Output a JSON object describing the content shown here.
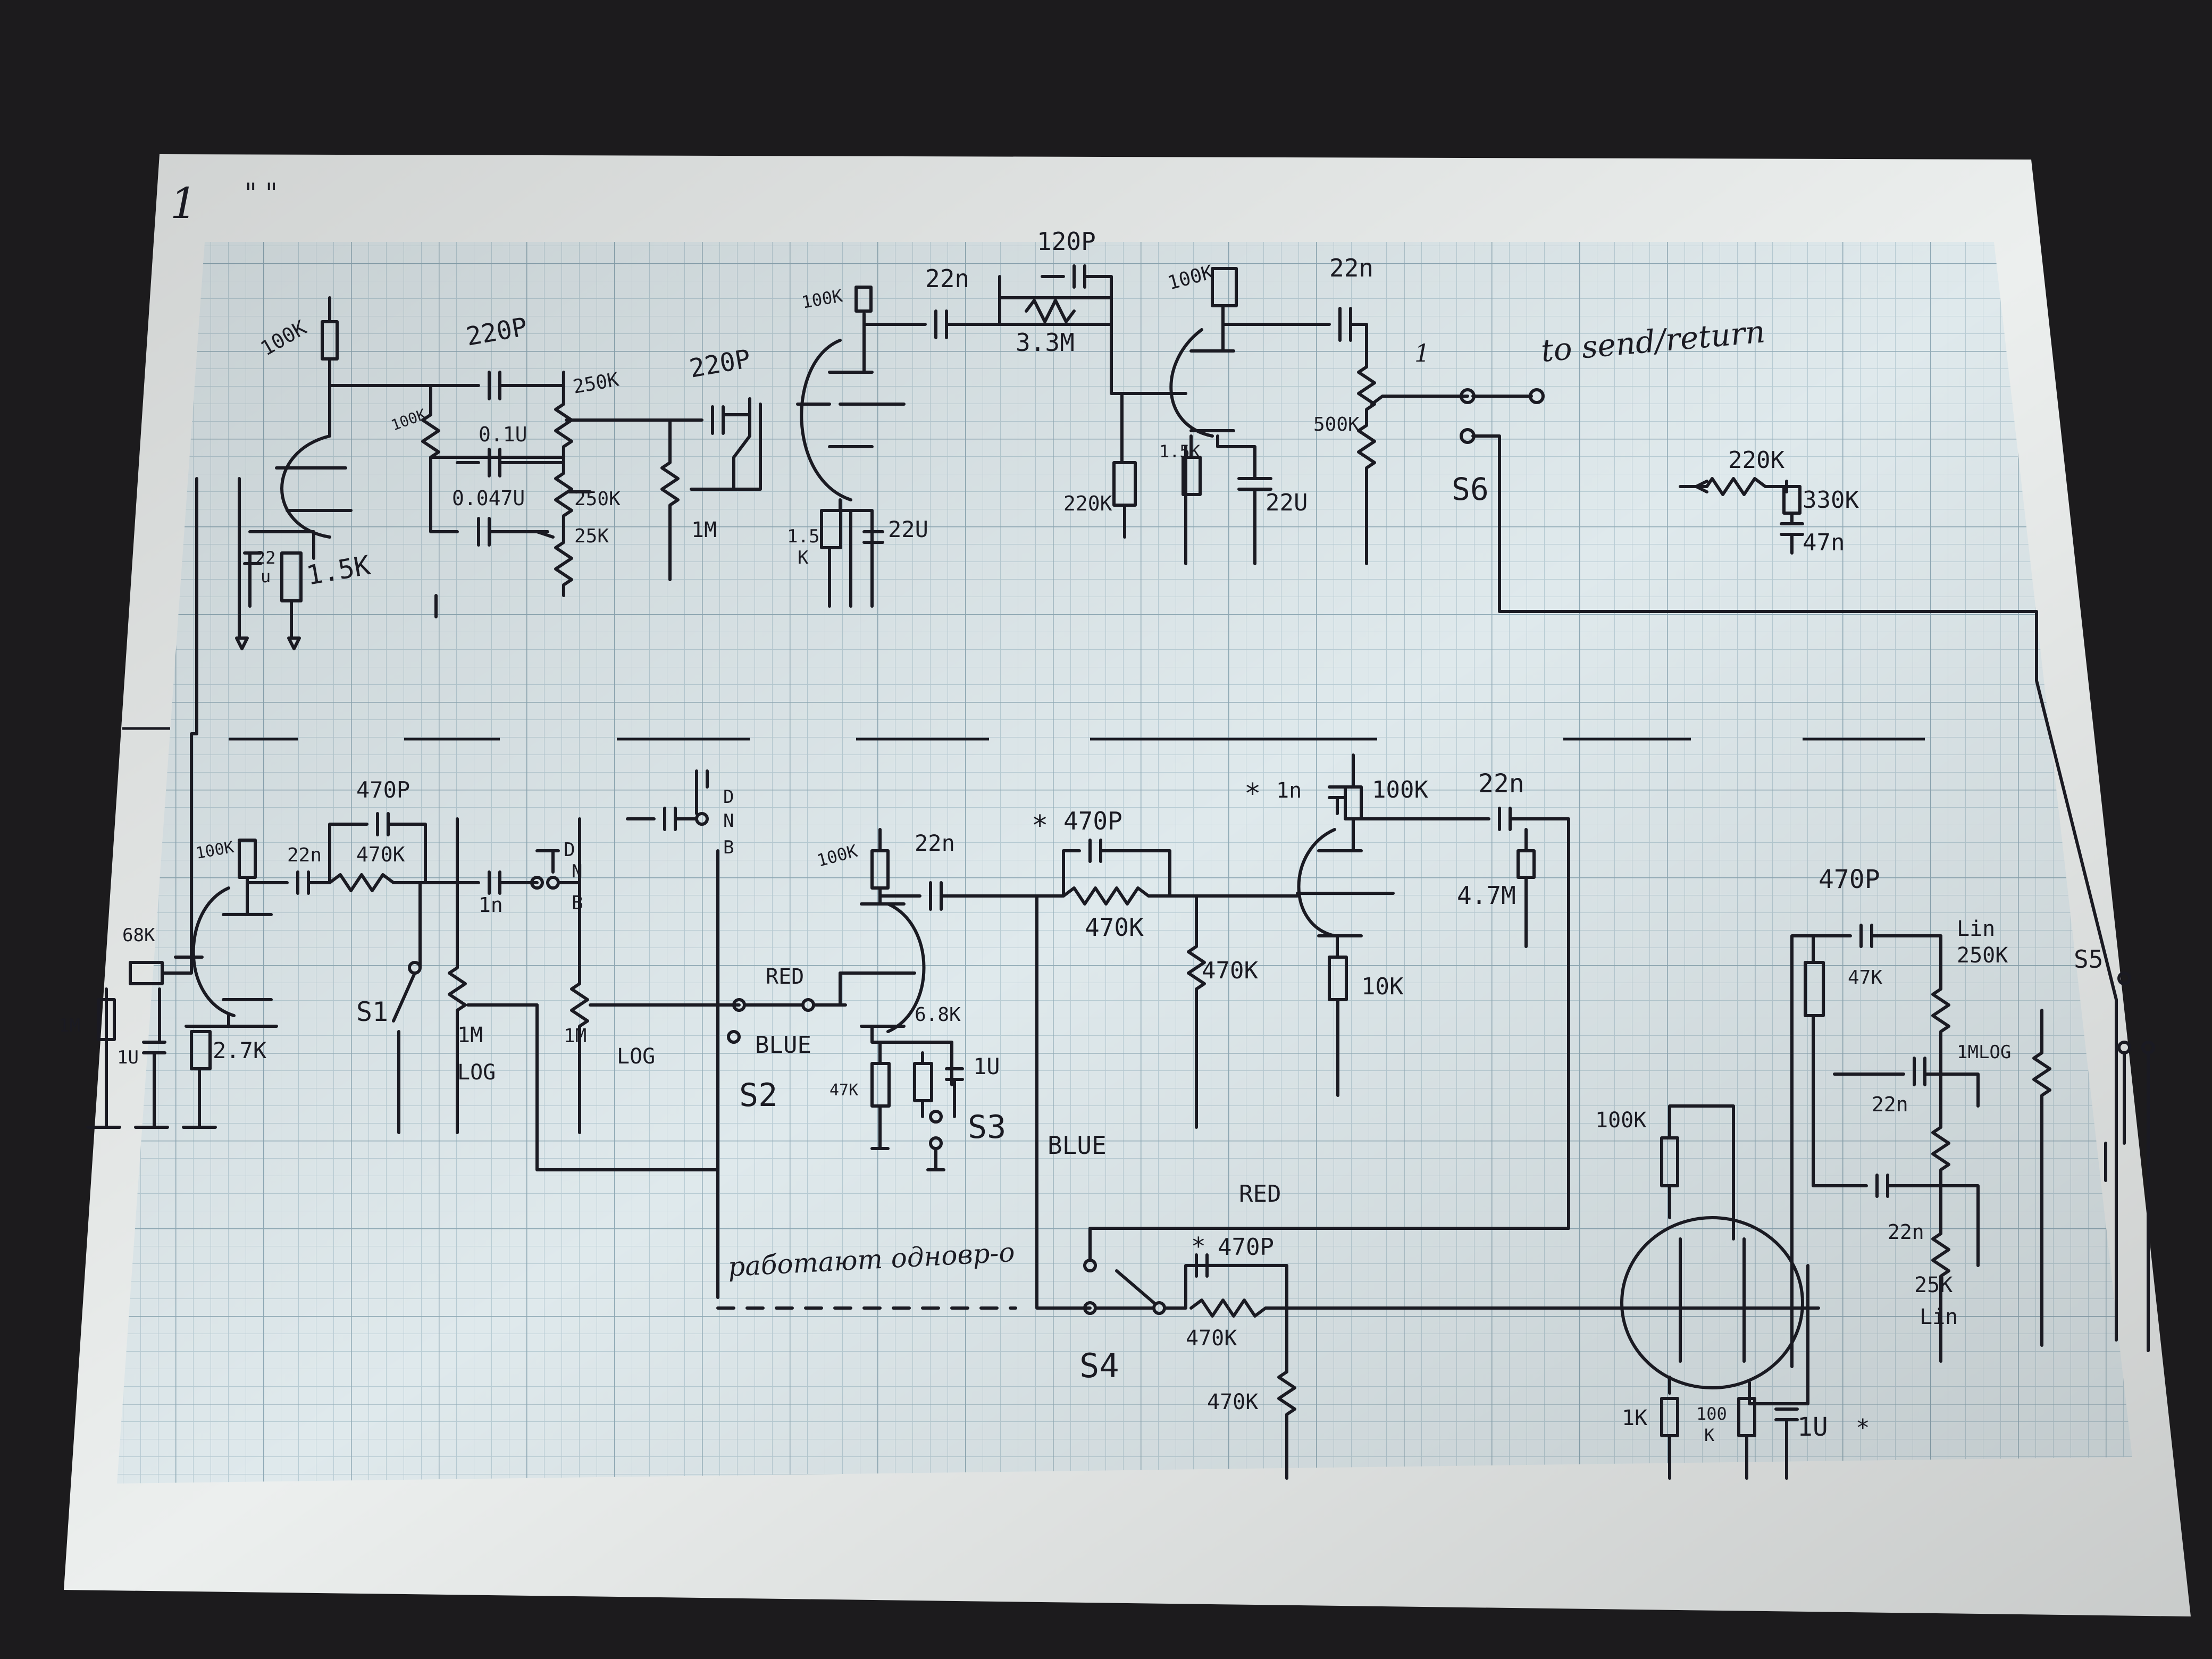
{
  "page": {
    "corner_note": "1",
    "corner_marks": "\" \"",
    "note_send_return": "to send/return",
    "note_marker_1": "1",
    "note_simultaneous": "работают одновр-о"
  },
  "labels": {
    "r100k_a": "100K",
    "c220p_a": "220P",
    "r100k_b": "100K",
    "r250k_a": "250K",
    "c01u": "0.1U",
    "c0047u": "0.047U",
    "r250k_b": "250K",
    "r25k_a": "25K",
    "c220p_b": "220P",
    "r1m_a": "1M",
    "c22u_a": "22",
    "c22u_a2": "u",
    "r15k_a": "1.5K",
    "r100k_c": "100K",
    "c22n_a": "22n",
    "c120p": "120P",
    "r33m": "3.3M",
    "r15k_b": "1.5",
    "r15k_b2": "K",
    "c22u_b": "22U",
    "r100k_d": "100K",
    "c22n_b": "22n",
    "r220k_a": "220K",
    "r15k_c": "1.5K",
    "c22u_c": "22U",
    "r500k": "500K",
    "s6": "S6",
    "net_220k": "220K",
    "net_330k": "330K",
    "net_47n": "47n",
    "c470p_a": "470P",
    "r100k_e": "100K",
    "c22n_c": "22n",
    "r470k_a": "470K",
    "r68k": "68K",
    "r1m_b": "1M",
    "c1u_a": "1U",
    "r27k": "2.7K",
    "c1n_a": "1n",
    "sw_d_a": "D",
    "sw_n_a": "N",
    "sw_b_a": "B",
    "sw_d_b": "D",
    "sw_n_b": "N",
    "sw_b_b": "B",
    "s1": "S1",
    "pot1m_log_a": "1M",
    "log_a": "LOG",
    "pot1m_log_b": "1M",
    "log_b": "LOG",
    "red_a": "RED",
    "blue_a": "BLUE",
    "s2": "S2",
    "r100k_f": "100K",
    "c22n_d": "22n",
    "r68k_b": "6.8K",
    "r47k": "47K",
    "c1u_b": "1U",
    "s3": "S3",
    "c470p_b": "470P",
    "r470k_b": "470K",
    "r470k_c": "470K",
    "c1n_b": "1n",
    "r100k_g": "100K",
    "c22n_e": "22n",
    "r47m": "4.7M",
    "r10k": "10K",
    "blue_b": "BLUE",
    "red_b": "RED",
    "c470p_c": "470P",
    "r470k_d": "470K",
    "r470k_e": "470K",
    "s4": "S4",
    "r100k_h": "100K",
    "r1k": "1K",
    "r100k_i": "100",
    "r100k_i2": "K",
    "c1u_c": "1U",
    "c470p_d": "470P",
    "r47k_b": "47K",
    "lin_a": "Lin",
    "r250k_c": "250K",
    "s5": "S5",
    "c1mlog": "1MLOG",
    "c22n_f": "22n",
    "c22n_g": "22n",
    "r25k_b": "25K",
    "lin_b": "Lin",
    "star": "*"
  },
  "colors": {
    "paper": "#dfe9ec",
    "grid_minor": "#b8ccd4",
    "grid_major": "#90aab6",
    "ink": "#1a1a22",
    "background": "#1c1b1d"
  }
}
